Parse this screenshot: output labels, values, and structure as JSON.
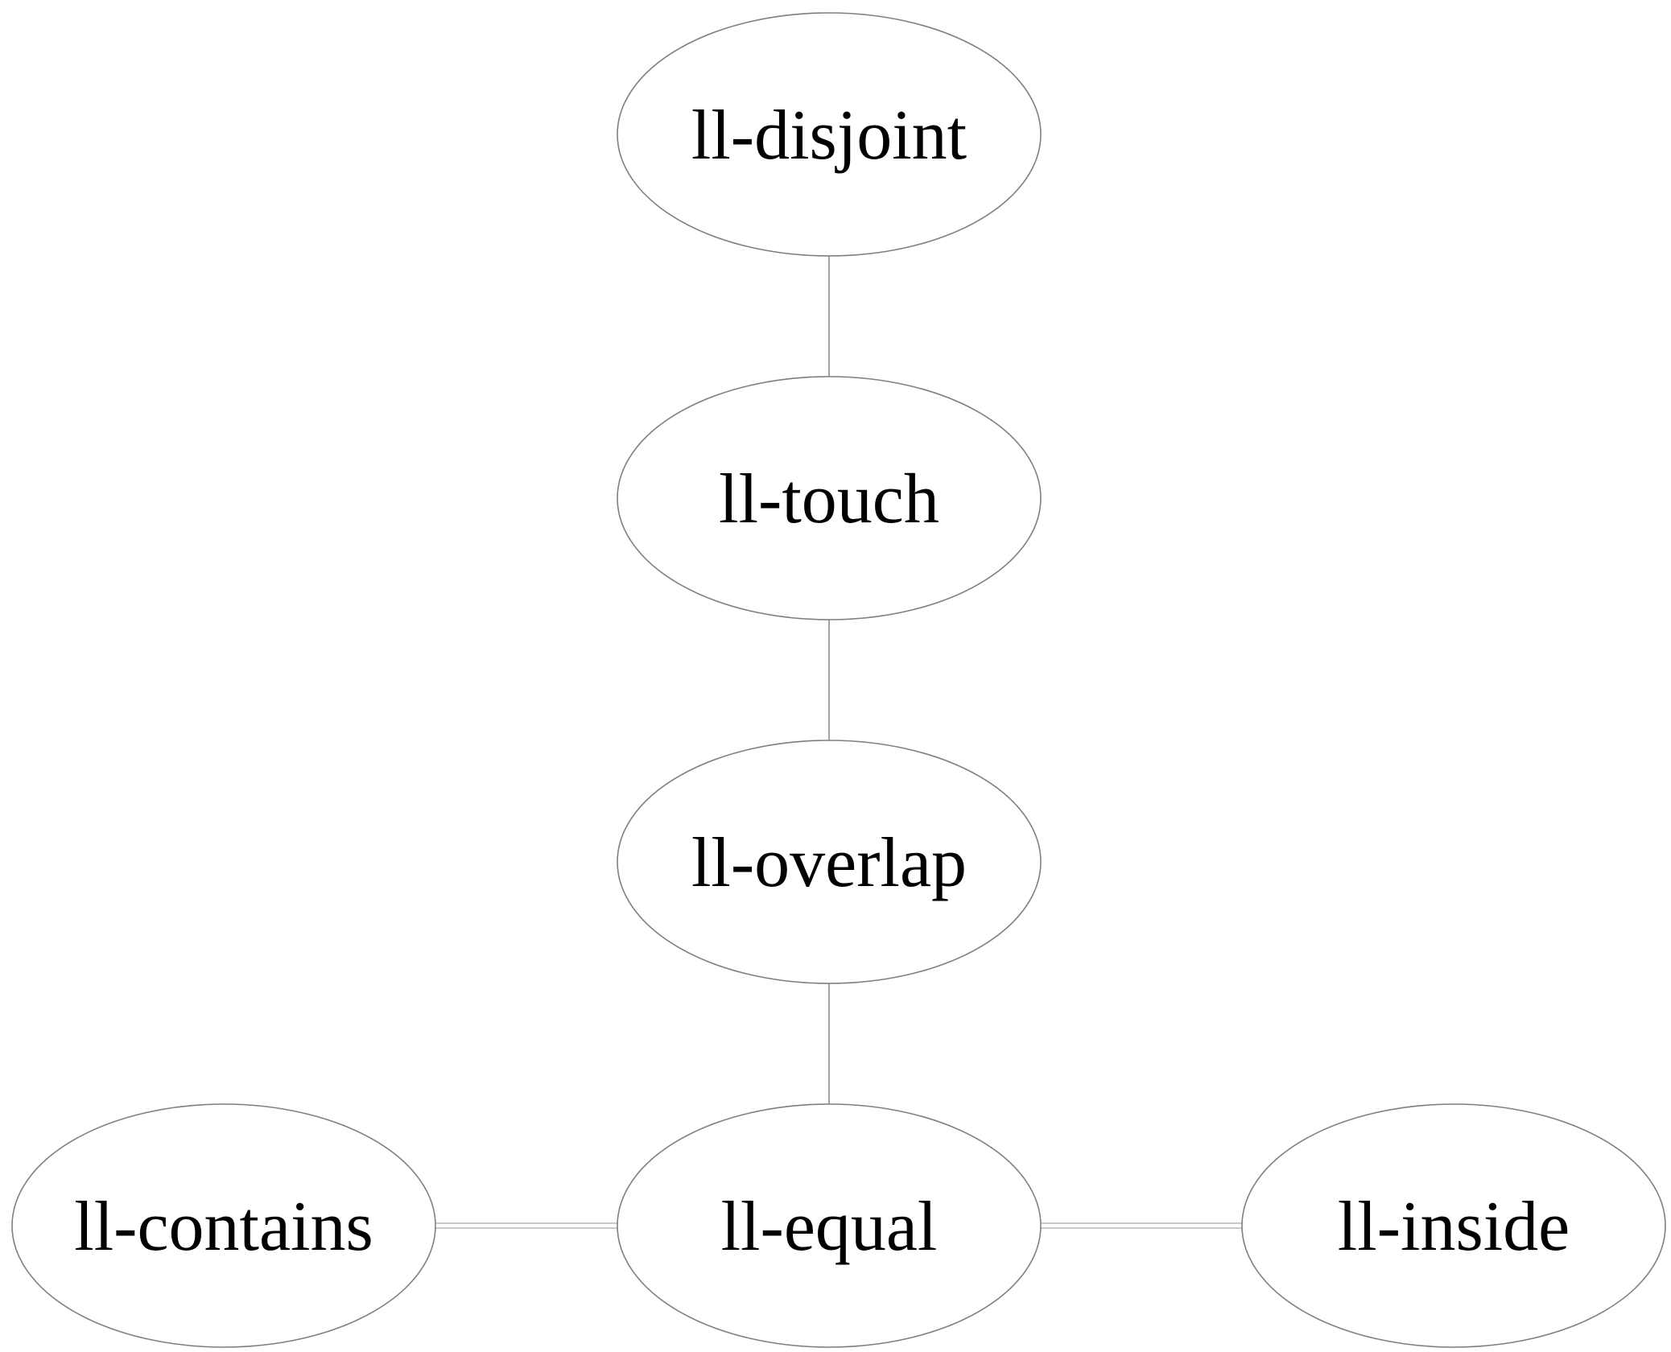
{
  "diagram": {
    "nodes": [
      {
        "id": "disjoint",
        "label": "ll-disjoint"
      },
      {
        "id": "touch",
        "label": "ll-touch"
      },
      {
        "id": "overlap",
        "label": "ll-overlap"
      },
      {
        "id": "equal",
        "label": "ll-equal"
      },
      {
        "id": "contains",
        "label": "ll-contains"
      },
      {
        "id": "inside",
        "label": "ll-inside"
      }
    ],
    "edges": [
      {
        "from": "disjoint",
        "to": "touch"
      },
      {
        "from": "touch",
        "to": "overlap"
      },
      {
        "from": "overlap",
        "to": "equal"
      },
      {
        "from": "contains",
        "to": "equal"
      },
      {
        "from": "equal",
        "to": "inside"
      }
    ],
    "colors": {
      "node_stroke": "#7f7f7f",
      "edge": "#9a9a9a",
      "text": "#000000",
      "background": "#ffffff"
    }
  }
}
